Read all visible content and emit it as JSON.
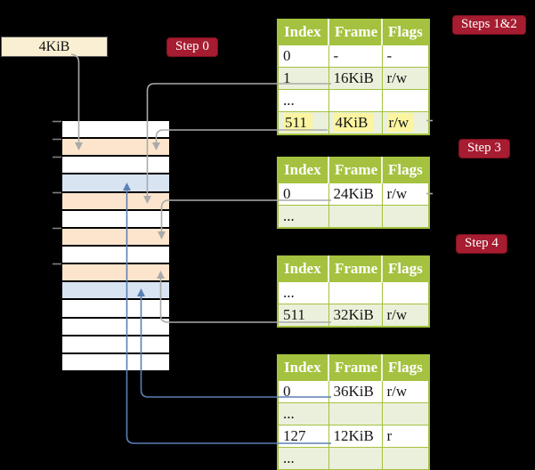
{
  "labels": {
    "frame_box": "4KiB",
    "step0": "Step 0",
    "steps12": "Steps 1&2",
    "step3": "Step 3",
    "step4": "Step 4"
  },
  "tables": [
    {
      "id": "pt-steps12",
      "headers": [
        "Index",
        "Frame",
        "Flags"
      ],
      "rows": [
        [
          "0",
          "-",
          "-"
        ],
        [
          "1",
          "16KiB",
          "r/w"
        ],
        [
          "...",
          "",
          ""
        ],
        [
          "511",
          "4KiB",
          "r/w"
        ]
      ],
      "highlight_row": 3
    },
    {
      "id": "pt-step3",
      "headers": [
        "Index",
        "Frame",
        "Flags"
      ],
      "rows": [
        [
          "0",
          "24KiB",
          "r/w"
        ],
        [
          "...",
          "",
          ""
        ]
      ],
      "highlight_row": -1
    },
    {
      "id": "pt-step4",
      "headers": [
        "Index",
        "Frame",
        "Flags"
      ],
      "rows": [
        [
          "...",
          "",
          ""
        ],
        [
          "511",
          "32KiB",
          "r/w"
        ]
      ],
      "highlight_row": -1
    },
    {
      "id": "pt-final",
      "headers": [
        "Index",
        "Frame",
        "Flags"
      ],
      "rows": [
        [
          "0",
          "36KiB",
          "r/w"
        ],
        [
          "...",
          "",
          ""
        ],
        [
          "127",
          "12KiB",
          "r"
        ],
        [
          "...",
          "",
          ""
        ]
      ],
      "highlight_row": -1
    }
  ],
  "memory": {
    "rows": [
      "white",
      "peach",
      "white",
      "blue",
      "peach",
      "white",
      "peach",
      "white",
      "peach",
      "blue",
      "white",
      "white",
      "white",
      "white"
    ]
  },
  "colors": {
    "badge_bg": "#a61c30",
    "table_header_bg": "#a4c23f",
    "table_border": "#a4c23f",
    "row_alt_bg": "#eaf0db",
    "highlight_bg": "#fbf5a1",
    "frame_box_bg": "#faefd2",
    "connector_grey": "#aaaaaa",
    "connector_blue": "#5b80b4",
    "tick_grey": "#7f7f7f",
    "memory": {
      "white": "#ffffff",
      "peach": "#fce5cc",
      "blue": "#d9e4f3"
    }
  }
}
